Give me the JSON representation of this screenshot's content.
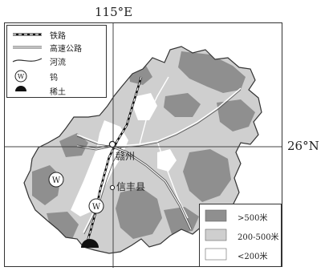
{
  "map": {
    "longitude_label": "115°E",
    "latitude_label": "26°N"
  },
  "legend_lines": {
    "items": [
      {
        "label": "铁路",
        "symbol": "railway"
      },
      {
        "label": "高速公路",
        "symbol": "expressway"
      },
      {
        "label": "河流",
        "symbol": "river"
      },
      {
        "label": "钨",
        "symbol": "tungsten-icon",
        "glyph": "W"
      },
      {
        "label": "稀土",
        "symbol": "rare-earth-icon"
      }
    ]
  },
  "legend_elevation": {
    "items": [
      {
        "label": ">500米",
        "color": "#8f8f8f"
      },
      {
        "label": "200-500米",
        "color": "#cfcfcf"
      },
      {
        "label": "<200米",
        "color": "#ffffff"
      }
    ]
  },
  "places": {
    "ganzhou": "赣州",
    "xinfeng": "信丰县"
  },
  "markers": {
    "tungsten_glyph": "W"
  }
}
